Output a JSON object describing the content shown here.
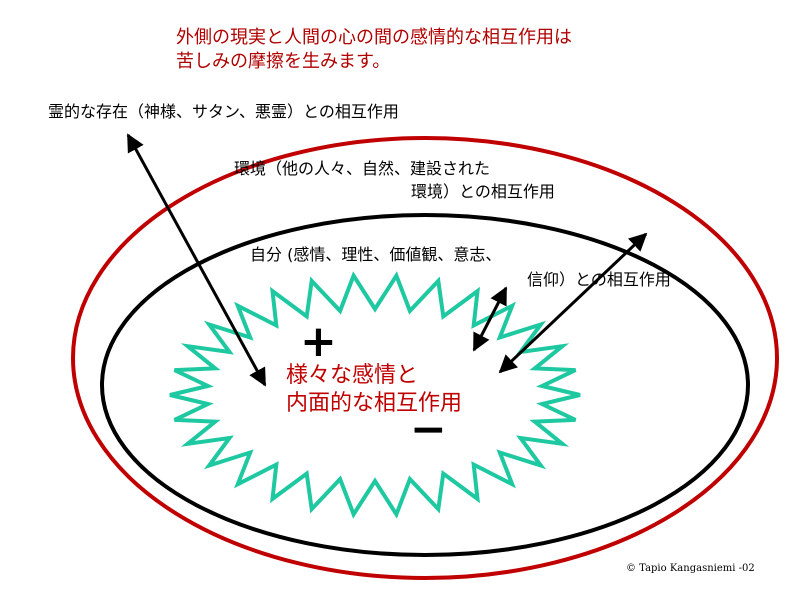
{
  "colors": {
    "title_text": "#b00000",
    "outer_ellipse": "#c00000",
    "inner_ellipse": "#000000",
    "starburst": "#1ec8a0",
    "center_text": "#c00000",
    "arrows": "#000000"
  },
  "title": {
    "line1": "外側の現実と人間の心の間の感情的な相互作用は",
    "line2": "苦しみの摩擦を生みます。"
  },
  "labels": {
    "spiritual": "霊的な存在（神様、サタン、悪霊）との相互作用",
    "environment_line1": "環境（他の人々、自然、建設された",
    "environment_line2": "環境）との相互作用",
    "self_line1": "自分 (感情、理性、価値観、意志、",
    "self_line2": "信仰）との相互作用"
  },
  "center": {
    "line1": "様々な感情と",
    "line2": "内面的な相互作用"
  },
  "signs": {
    "plus": "+",
    "minus": "−"
  },
  "copyright": "© Tapio Kangasniemi -02"
}
